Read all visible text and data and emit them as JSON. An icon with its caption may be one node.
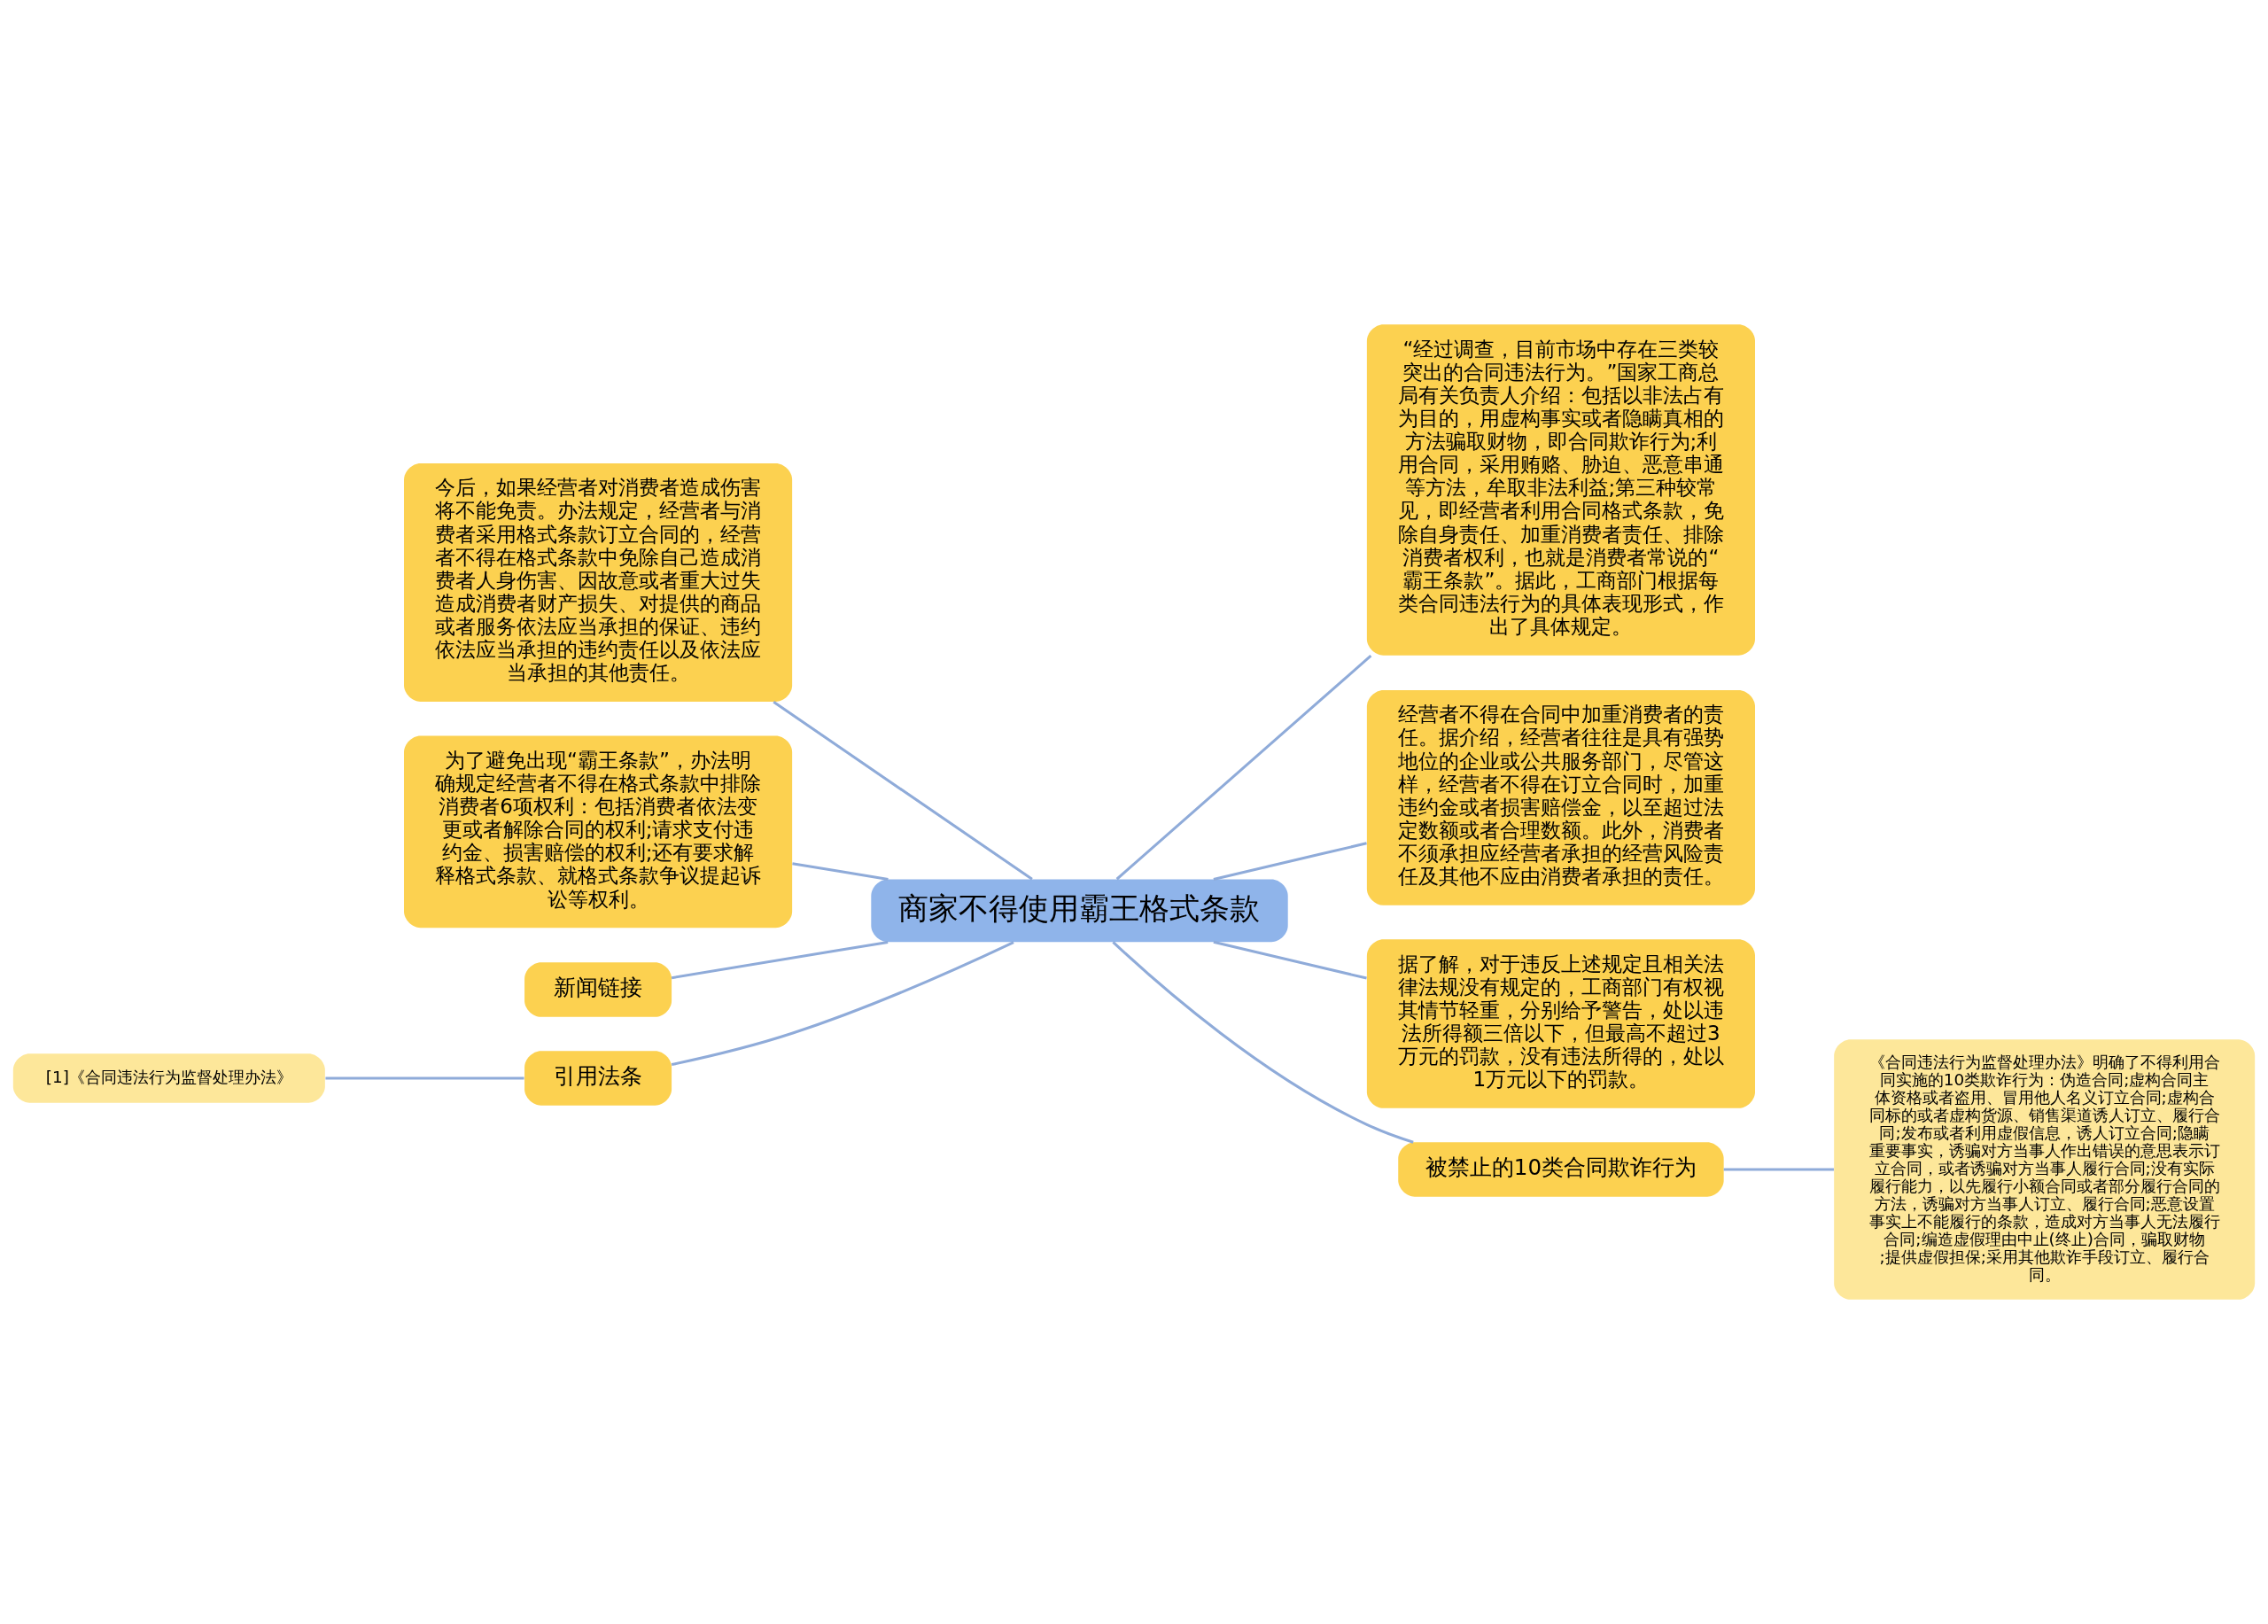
{
  "diagram": {
    "nodes": [
      {
        "text": [
          "商家不得使用霸王格式条款"
        ]
      },
      {
        "text": [
          "今后，如果经营者对消费者造成伤害将不能免责。办法规定，经营者与消费者采用格式条款订立合同的，经营者不得在格式条款中免除自己造成消费者人身伤害、因故意或者重大过失造成消费者财产损失、对提供的商品或者服务依法应当承担的保证、违约依法应当承担的违约责任以及依法应当承担的其他责任。"
        ]
      },
      {
        "text": [
          "为了避免出现“霸王条款”，办法明确规定经营者不得在格式条款中排除消费者6项权利：包括消费者依法变更或者解除合同的权利;请求支付违约金、损害赔偿的权利;还有要求解释格式条款、就格式条款争议提起诉讼等权利。"
        ]
      },
      {
        "text": [
          "新闻链接"
        ]
      },
      {
        "text": [
          "引用法条"
        ]
      },
      {
        "text": [
          "[1]《合同违法行为监督处理办法》"
        ]
      },
      {
        "text": [
          "“经过调查，目前市场中存在三类较突出的合同违法行为。”国家工商总局有关负责人介绍：包括以非法占有为目的，用虚构事实或者隐瞒真相的方法骗取财物，即合同欺诈行为;利用合同，采用贿赂、胁迫、恶意串通等方法，牟取非法利益;第三种较常见，即经营者利用合同格式条款，免除自身责任、加重消费者责任、排除消费者权利，也就是消费者常说的“霸王条款”。据此，工商部门根据每类合同违法行为的具体表现形式，作出了具体规定。"
        ]
      },
      {
        "text": [
          "经营者不得在合同中加重消费者的责任。据介绍，经营者往往是具有强势地位的企业或公共服务部门，尽管这样，经营者不得在订立合同时，加重违约金或者损害赔偿金，以至超过法定数额或者合理数额。此外，消费者不须承担应经营者承担的经营风险责任及其他不应由消费者承担的责任。"
        ]
      },
      {
        "text": [
          "据了解，对于违反上述规定且相关法律法规没有规定的，工商部门有权视其情节轻重，分别给予警告，处以违法所得额三倍以下，但最高不超过3万元的罚款，没有违法所得的，处以1万元以下的罚款。"
        ]
      },
      {
        "text": [
          "被禁止的10类合同欺诈行为"
        ]
      },
      {
        "text": [
          "《合同违法行为监督处理办法》明确了不得利用合同实施的10类欺诈行为：伪造合同;虚构合同主体资格或者盗用、冒用他人名义订立合同;虚构合同标的或者虚构货源、销售渠道诱人订立、履行合同;发布或者利用虚假信息，诱人订立合同;隐瞒重要事实，诱骗对方当事人作出错误的意思表示订立合同，或者诱骗对方当事人履行合同;没有实际履行能力，以先履行小额合同或者部分履行合同的方法，诱骗对方当事人订立、履行合同;恶意设置事实上不能履行的条款，造成对方当事人无法履行合同;编造虚假理由中止(终止)合同，骗取财物;提供虚假担保;采用其他欺诈手段订立、履行合同。"
        ]
      }
    ],
    "edges": [
      {
        "from": 0,
        "to": 1,
        "arrow": "none"
      },
      {
        "from": 0,
        "to": 2,
        "arrow": "none"
      },
      {
        "from": 0,
        "to": 3,
        "arrow": "none"
      },
      {
        "from": 0,
        "to": 4,
        "arrow": "none"
      },
      {
        "from": 4,
        "to": 5,
        "arrow": "none"
      },
      {
        "from": 0,
        "to": 6,
        "arrow": "none"
      },
      {
        "from": 0,
        "to": 7,
        "arrow": "none"
      },
      {
        "from": 0,
        "to": 8,
        "arrow": "none"
      },
      {
        "from": 0,
        "to": 9,
        "arrow": "none"
      },
      {
        "from": 9,
        "to": 10,
        "arrow": "none"
      }
    ]
  }
}
